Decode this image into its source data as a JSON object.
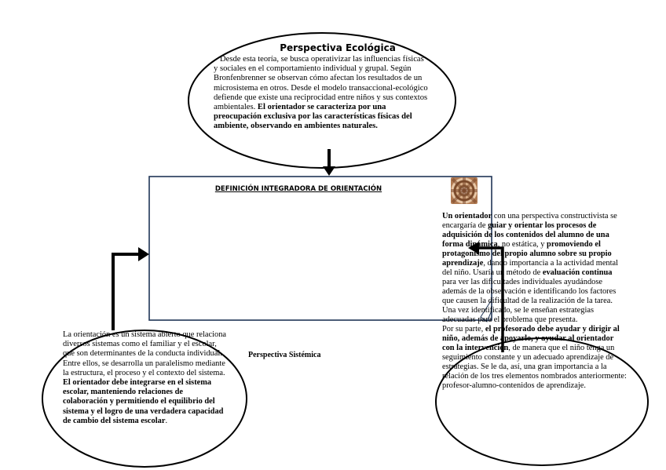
{
  "ecologica": {
    "title": "Perspectiva Ecológica",
    "body": "Desde esta teoría, se busca operativizar las influencias físicas y sociales en el comportamiento individual y grupal. Según Bronfenbrenner se observan cómo afectan los resultados de un microsistema en otros. Desde el modelo transaccional-ecológico defiende que existe una reciprocidad entre niños y sus contextos ambientales.",
    "bold": "El orientador se caracteriza por una preocupación exclusiva por las características físicas del ambiente, observando en ambientes naturales."
  },
  "box": {
    "title": "DEFINICIÓN INTEGRADORA DE ORIENTACIÓN"
  },
  "image": {
    "icon": "hands-together-photo"
  },
  "constructivista": {
    "p1_b1": "Un orientador",
    "p1_t1": " con una perspectiva constructivista se encargaría de ",
    "p1_b2": "guiar y orientar los procesos de adquisición de los contenidos del alumno de una forma dinámica",
    "p1_t2": ", no estática, y ",
    "p1_b3": "promoviendo el protagonismo del propio alumno sobre su propio aprendizaje",
    "p1_t3": ", dando importancia a la actividad mental del niño. Usaría un método de ",
    "p1_b4": "evaluación continua",
    "p1_t4": " para ver las dificultades individuales ayudándose además de la observación e identificando los factores que causen la dificultad de la realización de la tarea. Una vez identificado, se le enseñan estrategias adecuadas para el problema que presenta.",
    "p2_t1": "Por su parte, ",
    "p2_b1": "el profesorado debe ayudar y dirigir al niño, además de apoyarlo, y ayudar al orientador con la intervención",
    "p2_t2": ", de manera que el niño tenga un seguimiento constante y un adecuado aprendizaje de estrategias. Se le da, así, una gran importancia a la relación de los tres elementos nombrados anteriormente: profesor-alumno-contenidos de aprendizaje."
  },
  "sistemica": {
    "label": "Perspectiva Sistémica",
    "body": "La orientación es un sistema abierto que relaciona diversos sistemas como el familiar y el escolar, que son determinantes de la conducta individual. Entre ellos, se desarrolla un paralelismo mediante la estructura, el proceso y el contexto del sistema. ",
    "bold": "El orientador debe integrarse en el sistema escolar, manteniendo relaciones de colaboración y permitiendo el equilibrio del sistema y el logro de una verdadera capacidad de cambio del sistema escolar",
    "end": "."
  }
}
